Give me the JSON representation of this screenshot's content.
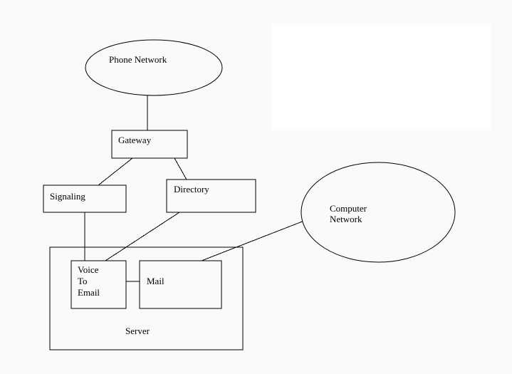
{
  "canvas": {
    "background_color": "#fafafa",
    "blank_panel_color": "#ffffff",
    "stroke_color": "#000000",
    "text_color": "#000000"
  },
  "diagram": {
    "nodes": {
      "phone_network": {
        "label": "Phone Network",
        "shape": "ellipse"
      },
      "gateway": {
        "label": "Gateway",
        "shape": "rect"
      },
      "signaling": {
        "label": "Signaling",
        "shape": "rect"
      },
      "directory": {
        "label": "Directory",
        "shape": "rect"
      },
      "computer_network": {
        "label": "Computer Network",
        "shape": "ellipse"
      },
      "voice_to_email": {
        "label": "Voice To Email",
        "shape": "rect"
      },
      "mail": {
        "label": "Mail",
        "shape": "rect"
      },
      "server": {
        "label": "Server",
        "shape": "rect"
      }
    },
    "connections": [
      {
        "from": "phone_network",
        "to": "gateway"
      },
      {
        "from": "gateway",
        "to": "signaling"
      },
      {
        "from": "gateway",
        "to": "directory"
      },
      {
        "from": "signaling",
        "to": "voice_to_email"
      },
      {
        "from": "directory",
        "to": "voice_to_email"
      },
      {
        "from": "computer_network",
        "to": "mail"
      },
      {
        "from": "voice_to_email",
        "to": "mail"
      }
    ]
  }
}
